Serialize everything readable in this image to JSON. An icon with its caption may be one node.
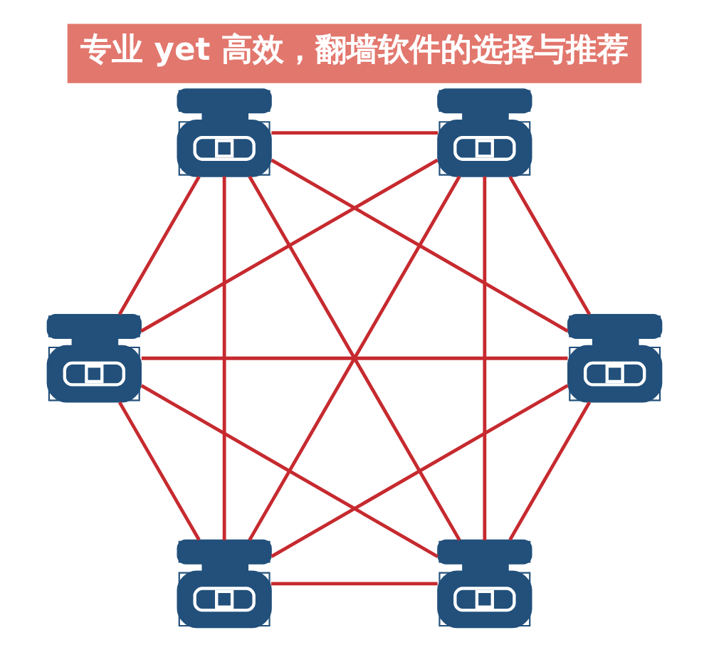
{
  "diagram": {
    "title": "专业 yet 高效，翻墙软件的选择与推荐",
    "nodes": [
      {
        "text": [],
        "shape": "picture"
      },
      {
        "text": [],
        "shape": "picture"
      },
      {
        "text": [],
        "shape": "picture"
      },
      {
        "text": [],
        "shape": "picture"
      },
      {
        "text": [],
        "shape": "picture"
      },
      {
        "text": [],
        "shape": "picture"
      }
    ],
    "edges": [
      {
        "from": 0,
        "to": 1,
        "arrow": "none"
      },
      {
        "from": 0,
        "to": 2,
        "arrow": "none"
      },
      {
        "from": 0,
        "to": 3,
        "arrow": "none"
      },
      {
        "from": 0,
        "to": 4,
        "arrow": "none"
      },
      {
        "from": 0,
        "to": 5,
        "arrow": "none"
      },
      {
        "from": 1,
        "to": 2,
        "arrow": "none"
      },
      {
        "from": 1,
        "to": 3,
        "arrow": "none"
      },
      {
        "from": 1,
        "to": 4,
        "arrow": "none"
      },
      {
        "from": 1,
        "to": 5,
        "arrow": "none"
      },
      {
        "from": 2,
        "to": 3,
        "arrow": "none"
      },
      {
        "from": 2,
        "to": 4,
        "arrow": "none"
      },
      {
        "from": 2,
        "to": 5,
        "arrow": "none"
      },
      {
        "from": 3,
        "to": 4,
        "arrow": "none"
      },
      {
        "from": 3,
        "to": 5,
        "arrow": "none"
      },
      {
        "from": 4,
        "to": 5,
        "arrow": "none"
      }
    ]
  }
}
